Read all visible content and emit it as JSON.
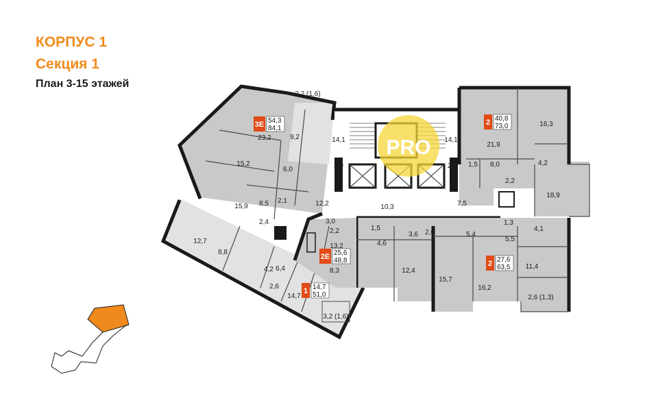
{
  "header": {
    "building": "КОРПУС 1",
    "section": "Секция 1",
    "plan": "План 3-15 этажей"
  },
  "watermark": "PRO",
  "colors": {
    "accent": "#f08a1c",
    "badge": "#e24b17",
    "room": "#c9c9c9",
    "wall": "#1a1a1a"
  },
  "apartments": [
    {
      "rooms": "3Е",
      "living": "54,3",
      "total": "84,1"
    },
    {
      "rooms": "2",
      "living": "40,8",
      "total": "73,0"
    },
    {
      "rooms": "2Е",
      "living": "25,6",
      "total": "48,8"
    },
    {
      "rooms": "1",
      "living": "14,7",
      "total": "51,0"
    },
    {
      "rooms": "2",
      "living": "27,6",
      "total": "63,5"
    }
  ],
  "room_labels": [
    "3,2 (1,6)",
    "23,2",
    "9,2",
    "15,2",
    "6,0",
    "15,9",
    "8,5",
    "2,1",
    "2,4",
    "12,2",
    "2,9",
    "14,1",
    "10,3",
    "14,1",
    "2,9",
    "7,5",
    "21,9",
    "16,3",
    "1,5",
    "8,0",
    "4,2",
    "2,2",
    "18,9",
    "3,0",
    "2,2",
    "13,2",
    "1,5",
    "4,6",
    "3,6",
    "2,6",
    "5,4",
    "1,3",
    "5,5",
    "4,1",
    "12,7",
    "8,8",
    "6,4",
    "4,2",
    "2,6",
    "14,7",
    "3,2 (1,6)",
    "8,3",
    "12,4",
    "15,7",
    "16,2",
    "11,4",
    "2,6 (1,3)"
  ]
}
